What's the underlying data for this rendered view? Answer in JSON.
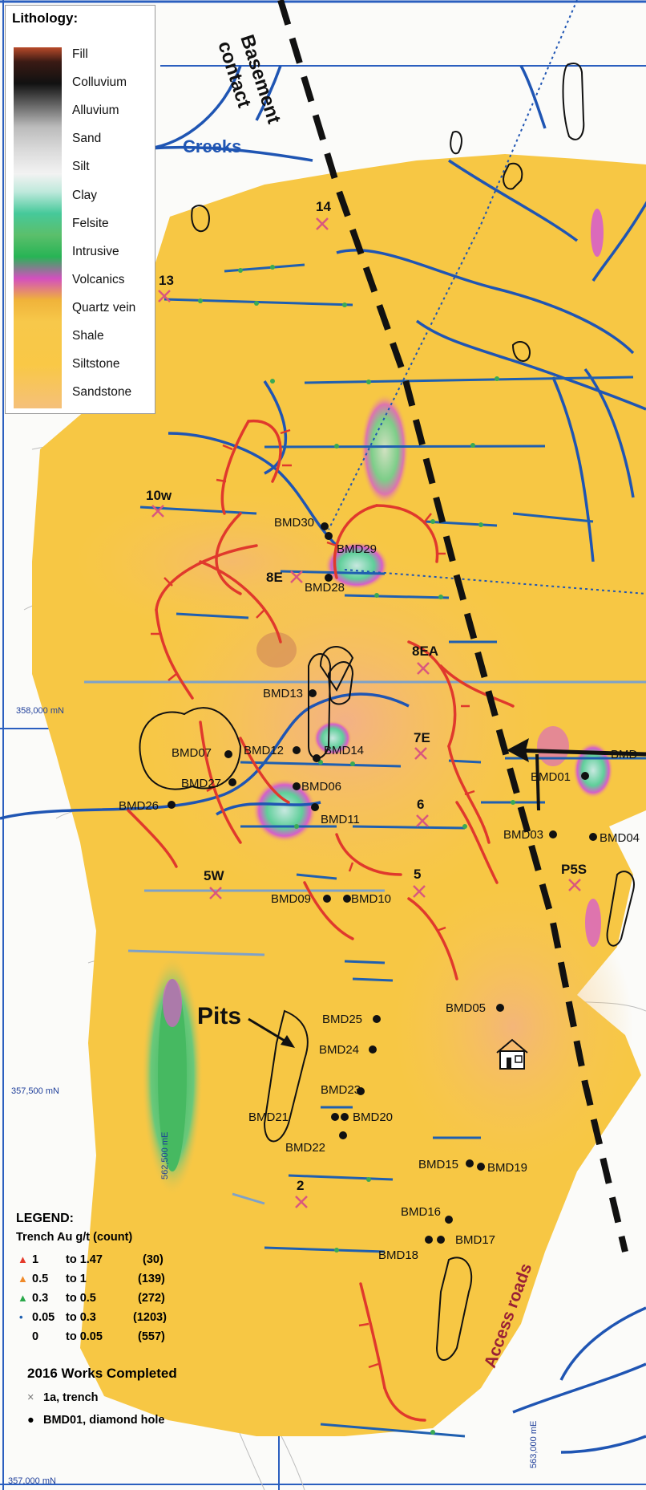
{
  "lithology": {
    "title": "Lithology:",
    "items": [
      "Fill",
      "Colluvium",
      "Alluvium",
      "Sand",
      "Silt",
      "Clay",
      "Felsite",
      "Intrusive",
      "Volcanics",
      "Quartz vein",
      "Shale",
      "Siltstone",
      "Sandstone"
    ]
  },
  "labels": {
    "basement_line1": "Basement",
    "basement_line2": "contact",
    "creeks": "Creeks",
    "pits": "Pits",
    "access_roads": "Access roads"
  },
  "trenches": [
    {
      "id": "t14",
      "label": "14"
    },
    {
      "id": "t13",
      "label": "13"
    },
    {
      "id": "t10w",
      "label": "10w"
    },
    {
      "id": "t8e",
      "label": "8E"
    },
    {
      "id": "t8ea",
      "label": "8EA"
    },
    {
      "id": "t7e",
      "label": "7E"
    },
    {
      "id": "t6",
      "label": "6"
    },
    {
      "id": "t5w",
      "label": "5W"
    },
    {
      "id": "t5",
      "label": "5"
    },
    {
      "id": "tp5s",
      "label": "P5S"
    },
    {
      "id": "t2",
      "label": "2"
    }
  ],
  "holes": [
    {
      "id": "BMD30",
      "label": "BMD30"
    },
    {
      "id": "BMD29",
      "label": "BMD29"
    },
    {
      "id": "BMD28",
      "label": "BMD28"
    },
    {
      "id": "BMD13",
      "label": "BMD13"
    },
    {
      "id": "BMD07",
      "label": "BMD07"
    },
    {
      "id": "BMD27",
      "label": "BMD27"
    },
    {
      "id": "BMD26",
      "label": "BMD26"
    },
    {
      "id": "BMD12",
      "label": "BMD12"
    },
    {
      "id": "BMD14",
      "label": "BMD14"
    },
    {
      "id": "BMD06",
      "label": "BMD06"
    },
    {
      "id": "BMD11",
      "label": "BMD11"
    },
    {
      "id": "BMD09",
      "label": "BMD09"
    },
    {
      "id": "BMD10",
      "label": "BMD10"
    },
    {
      "id": "BMD01",
      "label": "BMD01"
    },
    {
      "id": "BMD03",
      "label": "BMD03"
    },
    {
      "id": "BMD04",
      "label": "BMD04"
    },
    {
      "id": "BMD",
      "label": "BMD"
    },
    {
      "id": "BMD05",
      "label": "BMD05"
    },
    {
      "id": "BMD25",
      "label": "BMD25"
    },
    {
      "id": "BMD24",
      "label": "BMD24"
    },
    {
      "id": "BMD23",
      "label": "BMD23"
    },
    {
      "id": "BMD21",
      "label": "BMD21"
    },
    {
      "id": "BMD20",
      "label": "BMD20"
    },
    {
      "id": "BMD22",
      "label": "BMD22"
    },
    {
      "id": "BMD15",
      "label": "BMD15"
    },
    {
      "id": "BMD19",
      "label": "BMD19"
    },
    {
      "id": "BMD16",
      "label": "BMD16"
    },
    {
      "id": "BMD17",
      "label": "BMD17"
    },
    {
      "id": "BMD18",
      "label": "BMD18"
    }
  ],
  "coordinates": {
    "n358000": "358,000 mN",
    "n357500": "357,500 mN",
    "n357000": "357,000 mN",
    "e562500": "562,500 mE",
    "e563000": "563,000 mE"
  },
  "legend": {
    "title": "LEGEND:",
    "subtitle": "Trench Au g/t (count)",
    "rows": [
      {
        "from": "1",
        "to": "to 1.47",
        "count": "(30)",
        "color": "#e53b2b"
      },
      {
        "from": "0.5",
        "to": "to 1",
        "count": "(139)",
        "color": "#f08a2a"
      },
      {
        "from": "0.3",
        "to": "to 0.5",
        "count": "(272)",
        "color": "#2aa84a"
      },
      {
        "from": "0.05",
        "to": "to 0.3",
        "count": "(1203)",
        "color": "#1f5fb0"
      },
      {
        "from": "0",
        "to": "to 0.05",
        "count": "(557)",
        "color": "#777777"
      }
    ],
    "works_title": "2016 Works Completed",
    "trench_item": "1a, trench",
    "hole_item": "BMD01, diamond hole"
  },
  "colors": {
    "creek": "#1f55b3",
    "trench_outline": "#e0392c",
    "basement": "#111111",
    "grid_line": "#2b5fbf",
    "sandstone": "#f9c846",
    "shale": "#f3b233"
  }
}
